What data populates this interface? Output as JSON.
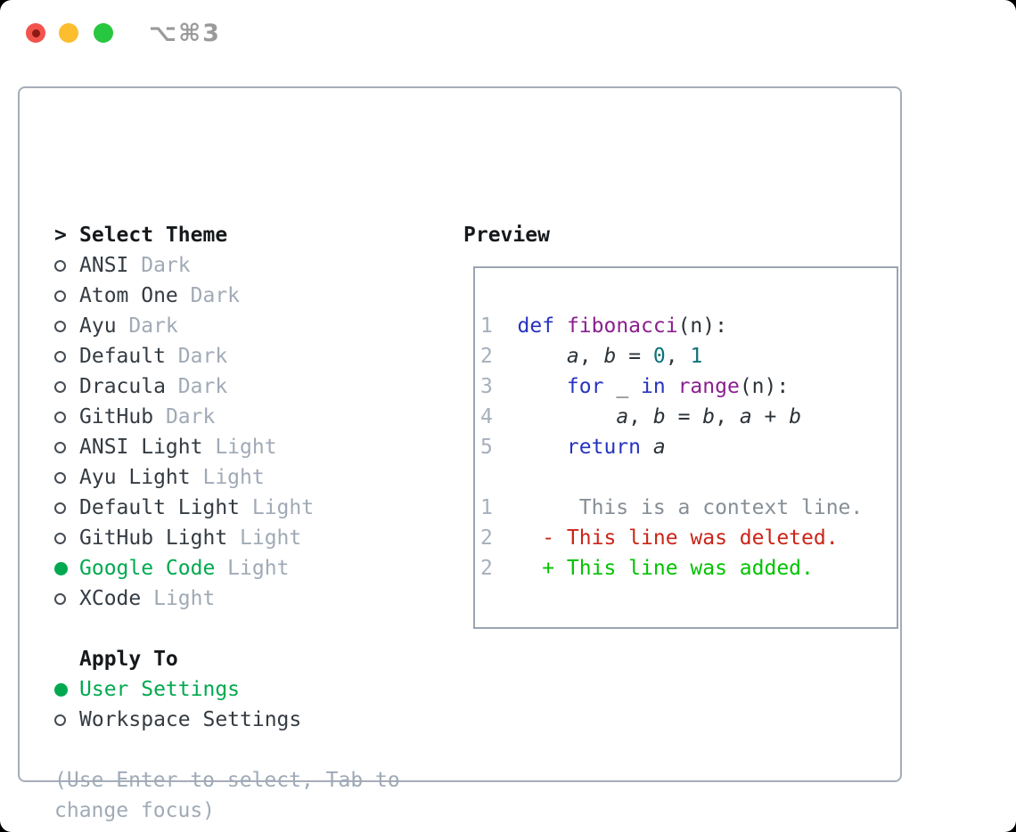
{
  "window": {
    "title": "⌥⌘3"
  },
  "theme_select": {
    "prompt": ">",
    "title": "Select Theme",
    "items": [
      {
        "name": "ANSI",
        "variant": "Dark",
        "selected": false
      },
      {
        "name": "Atom One",
        "variant": "Dark",
        "selected": false
      },
      {
        "name": "Ayu",
        "variant": "Dark",
        "selected": false
      },
      {
        "name": "Default",
        "variant": "Dark",
        "selected": false
      },
      {
        "name": "Dracula",
        "variant": "Dark",
        "selected": false
      },
      {
        "name": "GitHub",
        "variant": "Dark",
        "selected": false
      },
      {
        "name": "ANSI Light",
        "variant": "Light",
        "selected": false
      },
      {
        "name": "Ayu Light",
        "variant": "Light",
        "selected": false
      },
      {
        "name": "Default Light",
        "variant": "Light",
        "selected": false
      },
      {
        "name": "GitHub Light",
        "variant": "Light",
        "selected": false
      },
      {
        "name": "Google Code",
        "variant": "Light",
        "selected": true
      },
      {
        "name": "XCode",
        "variant": "Light",
        "selected": false
      }
    ]
  },
  "apply_to": {
    "title": "Apply To",
    "options": [
      {
        "name": "User Settings",
        "selected": true
      },
      {
        "name": "Workspace Settings",
        "selected": false
      }
    ]
  },
  "help": {
    "lines": [
      "(Use Enter to select, Tab to",
      "change focus)"
    ]
  },
  "preview": {
    "title": "Preview",
    "code_lines": [
      {
        "num": "1",
        "segs": [
          [
            "def",
            "kw"
          ],
          [
            " ",
            "pl"
          ],
          [
            "fibonacci",
            "fn"
          ],
          [
            "(n):",
            "pl"
          ]
        ]
      },
      {
        "num": "2",
        "segs": [
          [
            "    ",
            "pl"
          ],
          [
            "a",
            "var"
          ],
          [
            ", ",
            "pl"
          ],
          [
            "b",
            "var"
          ],
          [
            " = ",
            "pl"
          ],
          [
            "0",
            "lit"
          ],
          [
            ", ",
            "pl"
          ],
          [
            "1",
            "lit"
          ]
        ]
      },
      {
        "num": "3",
        "segs": [
          [
            "    ",
            "pl"
          ],
          [
            "for",
            "kw"
          ],
          [
            " _ ",
            "pl"
          ],
          [
            "in",
            "kw"
          ],
          [
            " ",
            "pl"
          ],
          [
            "range",
            "fn"
          ],
          [
            "(n):",
            "pl"
          ]
        ]
      },
      {
        "num": "4",
        "segs": [
          [
            "        ",
            "pl"
          ],
          [
            "a",
            "var"
          ],
          [
            ", ",
            "pl"
          ],
          [
            "b",
            "var"
          ],
          [
            " = ",
            "pl"
          ],
          [
            "b",
            "var"
          ],
          [
            ", ",
            "pl"
          ],
          [
            "a",
            "var"
          ],
          [
            " + ",
            "pl"
          ],
          [
            "b",
            "var"
          ]
        ]
      },
      {
        "num": "5",
        "segs": [
          [
            "    ",
            "pl"
          ],
          [
            "return",
            "kw"
          ],
          [
            " ",
            "pl"
          ],
          [
            "a",
            "var"
          ]
        ]
      }
    ],
    "diff_lines": [
      {
        "num": "1",
        "segs": [
          [
            "     This is a context line.",
            "ctx"
          ]
        ]
      },
      {
        "num": "2",
        "segs": [
          [
            "  ",
            "pl"
          ],
          [
            "- This line was deleted.",
            "del"
          ]
        ]
      },
      {
        "num": "2",
        "segs": [
          [
            "  ",
            "pl"
          ],
          [
            "+ This line was added.",
            "add"
          ]
        ]
      }
    ],
    "colors": {
      "kw": "#2633c0",
      "fn": "#8a1f8f",
      "lit": "#0e7378",
      "pl": "#2b3238",
      "var": "#2b3238",
      "ctx": "#868e96",
      "del": "#cb2417",
      "add": "#00c300",
      "num": "#a6b0bb"
    }
  },
  "colors": {
    "accent_green": "#00a94f",
    "muted": "#a0aab6",
    "text": "#343b42"
  }
}
